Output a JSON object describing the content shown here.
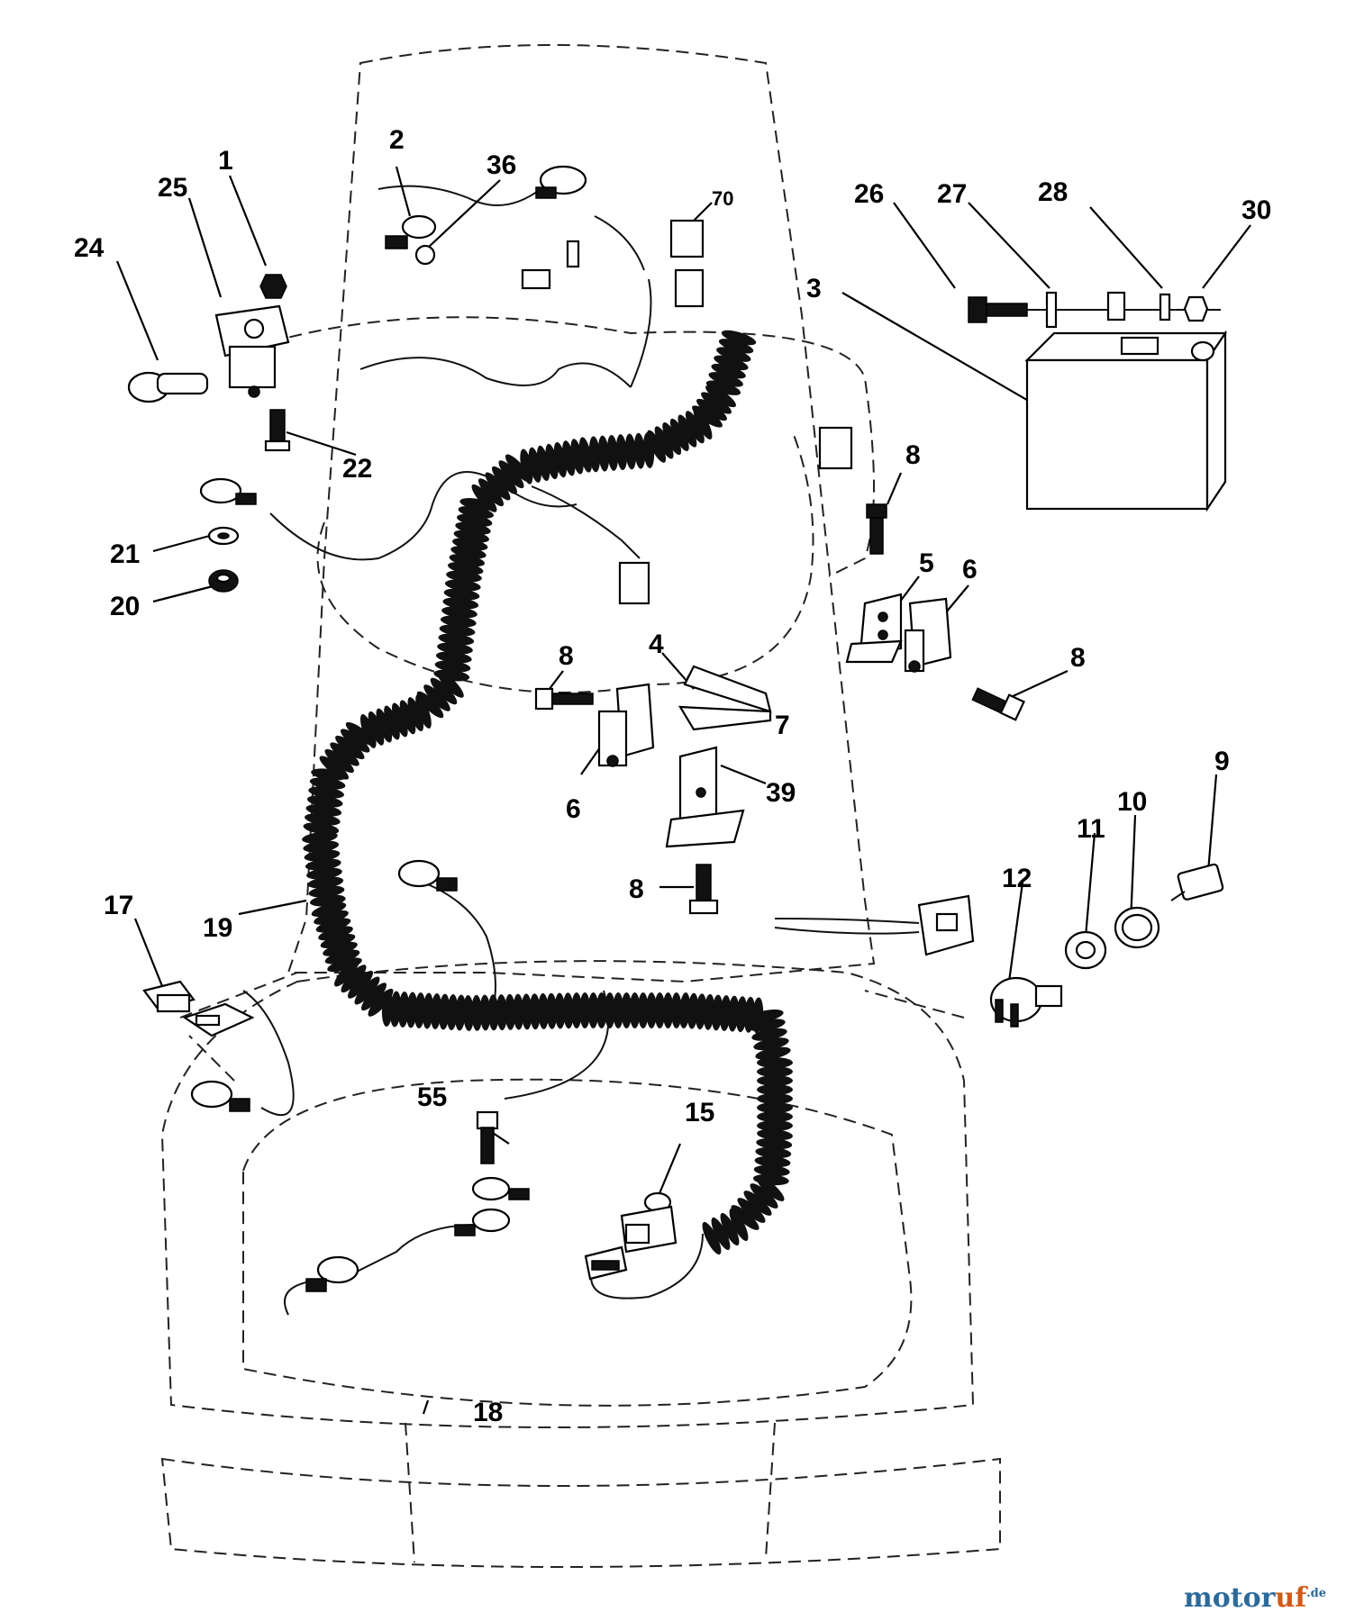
{
  "diagram": {
    "callouts": [
      {
        "id": "c1",
        "label": "1"
      },
      {
        "id": "c2",
        "label": "2"
      },
      {
        "id": "c3",
        "label": "3"
      },
      {
        "id": "c4",
        "label": "4"
      },
      {
        "id": "c5",
        "label": "5"
      },
      {
        "id": "c6a",
        "label": "6"
      },
      {
        "id": "c6b",
        "label": "6"
      },
      {
        "id": "c7",
        "label": "7"
      },
      {
        "id": "c8a",
        "label": "8"
      },
      {
        "id": "c8b",
        "label": "8"
      },
      {
        "id": "c8c",
        "label": "8"
      },
      {
        "id": "c8d",
        "label": "8"
      },
      {
        "id": "c9",
        "label": "9"
      },
      {
        "id": "c10",
        "label": "10"
      },
      {
        "id": "c11",
        "label": "11"
      },
      {
        "id": "c12",
        "label": "12"
      },
      {
        "id": "c15",
        "label": "15"
      },
      {
        "id": "c17",
        "label": "17"
      },
      {
        "id": "c18",
        "label": "18"
      },
      {
        "id": "c19",
        "label": "19"
      },
      {
        "id": "c20",
        "label": "20"
      },
      {
        "id": "c21",
        "label": "21"
      },
      {
        "id": "c22",
        "label": "22"
      },
      {
        "id": "c24",
        "label": "24"
      },
      {
        "id": "c25",
        "label": "25"
      },
      {
        "id": "c26",
        "label": "26"
      },
      {
        "id": "c27",
        "label": "27"
      },
      {
        "id": "c28",
        "label": "28"
      },
      {
        "id": "c30",
        "label": "30"
      },
      {
        "id": "c36",
        "label": "36"
      },
      {
        "id": "c39",
        "label": "39"
      },
      {
        "id": "c55",
        "label": "55"
      },
      {
        "id": "c70",
        "label": "70"
      }
    ]
  },
  "watermark": {
    "brand_main": "motor",
    "brand_accent": "uf",
    "brand_suffix": ".de"
  }
}
